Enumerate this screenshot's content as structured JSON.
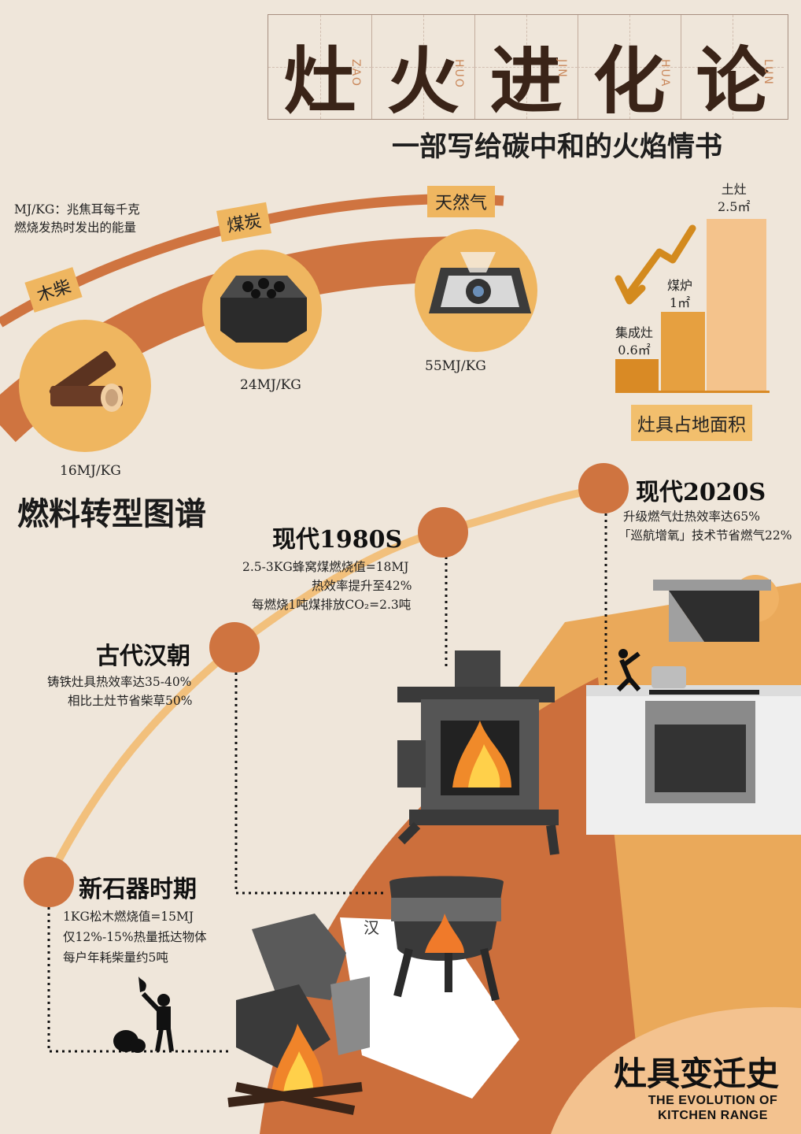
{
  "title": {
    "chars": [
      "灶",
      "火",
      "进",
      "化",
      "论"
    ],
    "pinyin": [
      "ZAO",
      "HUO",
      "JIN",
      "HUA",
      "LUN"
    ],
    "subtitle": "一部写给碳中和的火焰情书"
  },
  "fuel": {
    "unit_note_line1": "MJ/KG：兆焦耳每千克",
    "unit_note_line2": "燃烧发热时发出的能量",
    "section_title": "燃料转型图谱",
    "items": [
      {
        "label": "木柴",
        "value": "16MJ/KG",
        "icon": "firewood-icon"
      },
      {
        "label": "煤炭",
        "value": "24MJ/KG",
        "icon": "honeycomb-coal-icon"
      },
      {
        "label": "天然气",
        "value": "55MJ/KG",
        "icon": "gas-stove-burner-icon"
      }
    ]
  },
  "area_chart": {
    "caption": "灶具占地面积",
    "bars": [
      {
        "name": "集成灶",
        "value_label": "0.6㎡",
        "value": 0.6
      },
      {
        "name": "煤炉",
        "value_label": "1㎡",
        "value": 1.0
      },
      {
        "name": "土灶",
        "value_label": "2.5㎡",
        "value": 2.5
      }
    ]
  },
  "eras": [
    {
      "title": "现代2020S",
      "lines": [
        "升级燃气灶热效率达65%",
        "「巡航增氧」技术节省燃气22%"
      ]
    },
    {
      "title": "现代1980S",
      "lines": [
        "2.5-3KG蜂窝煤燃烧值=18MJ",
        "热效率提升至42%",
        "每燃烧1吨煤排放CO₂=2.3吨"
      ]
    },
    {
      "title": "古代汉朝",
      "lines": [
        "铸铁灶具热效率达35-40%",
        "相比土灶节省柴草50%"
      ]
    },
    {
      "title": "新石器时期",
      "lines": [
        "1KG松木燃烧值=15MJ",
        "仅12%-15%热量抵达物体",
        "每户年耗柴量约5吨"
      ]
    }
  ],
  "scroll_char": "汉",
  "footer": {
    "title_cn": "灶具变迁史",
    "title_en_line1": "THE EVOLUTION OF",
    "title_en_line2": "KITCHEN RANGE"
  },
  "colors": {
    "background": "#efe6da",
    "arc_orange": "#d2773f",
    "light_orange": "#efb660",
    "dark_text": "#1a1a1a",
    "title_brown": "#3a2418"
  }
}
